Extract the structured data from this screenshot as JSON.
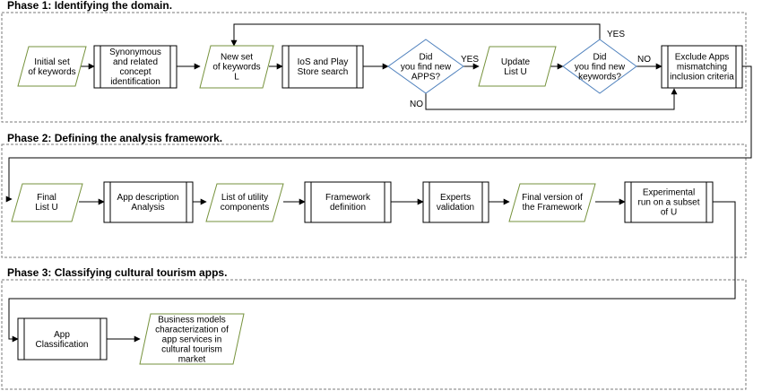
{
  "phases": [
    {
      "title": "Phase 1: Identifying the domain."
    },
    {
      "title": "Phase 2: Defining the analysis framework."
    },
    {
      "title": "Phase 3: Classifying cultural tourism apps."
    }
  ],
  "nodes": {
    "initial_keywords": {
      "lines": [
        "Initial set",
        "of keywords"
      ]
    },
    "synonymous": {
      "lines": [
        "Synonymous",
        "and related",
        "concept",
        "identification"
      ]
    },
    "new_keywords": {
      "lines": [
        "New set",
        "of keywords",
        "L"
      ]
    },
    "ios_play": {
      "lines": [
        "IoS and Play",
        "Store search"
      ]
    },
    "did_find_apps": {
      "lines": [
        "Did",
        "you find new",
        "APPS?"
      ]
    },
    "update_list": {
      "lines": [
        "Update",
        "List U"
      ]
    },
    "did_find_keywords": {
      "lines": [
        "Did",
        "you find new",
        "keywords?"
      ]
    },
    "exclude_apps": {
      "lines": [
        "Exclude Apps",
        "mismatching",
        "inclusion criteria"
      ]
    },
    "final_list": {
      "lines": [
        "Final",
        "List U"
      ]
    },
    "app_description": {
      "lines": [
        "App description",
        "Analysis"
      ]
    },
    "utility_components": {
      "lines": [
        "List of utility",
        "components"
      ]
    },
    "framework_definition": {
      "lines": [
        "Framework",
        "definition"
      ]
    },
    "experts_validation": {
      "lines": [
        "Experts",
        "validation"
      ]
    },
    "final_framework": {
      "lines": [
        "Final version of",
        "the Framework"
      ]
    },
    "experimental_run": {
      "lines": [
        "Experimental",
        "run on a subset",
        "of U"
      ]
    },
    "app_classification": {
      "lines": [
        "App",
        "Classification"
      ]
    },
    "business_models": {
      "lines": [
        "Business models",
        "characterization of",
        "app services in",
        "cultural tourism",
        "market"
      ]
    }
  },
  "edge_labels": {
    "yes_apps": "YES",
    "no_apps": "NO",
    "yes_keywords": "YES",
    "no_keywords": "NO"
  }
}
